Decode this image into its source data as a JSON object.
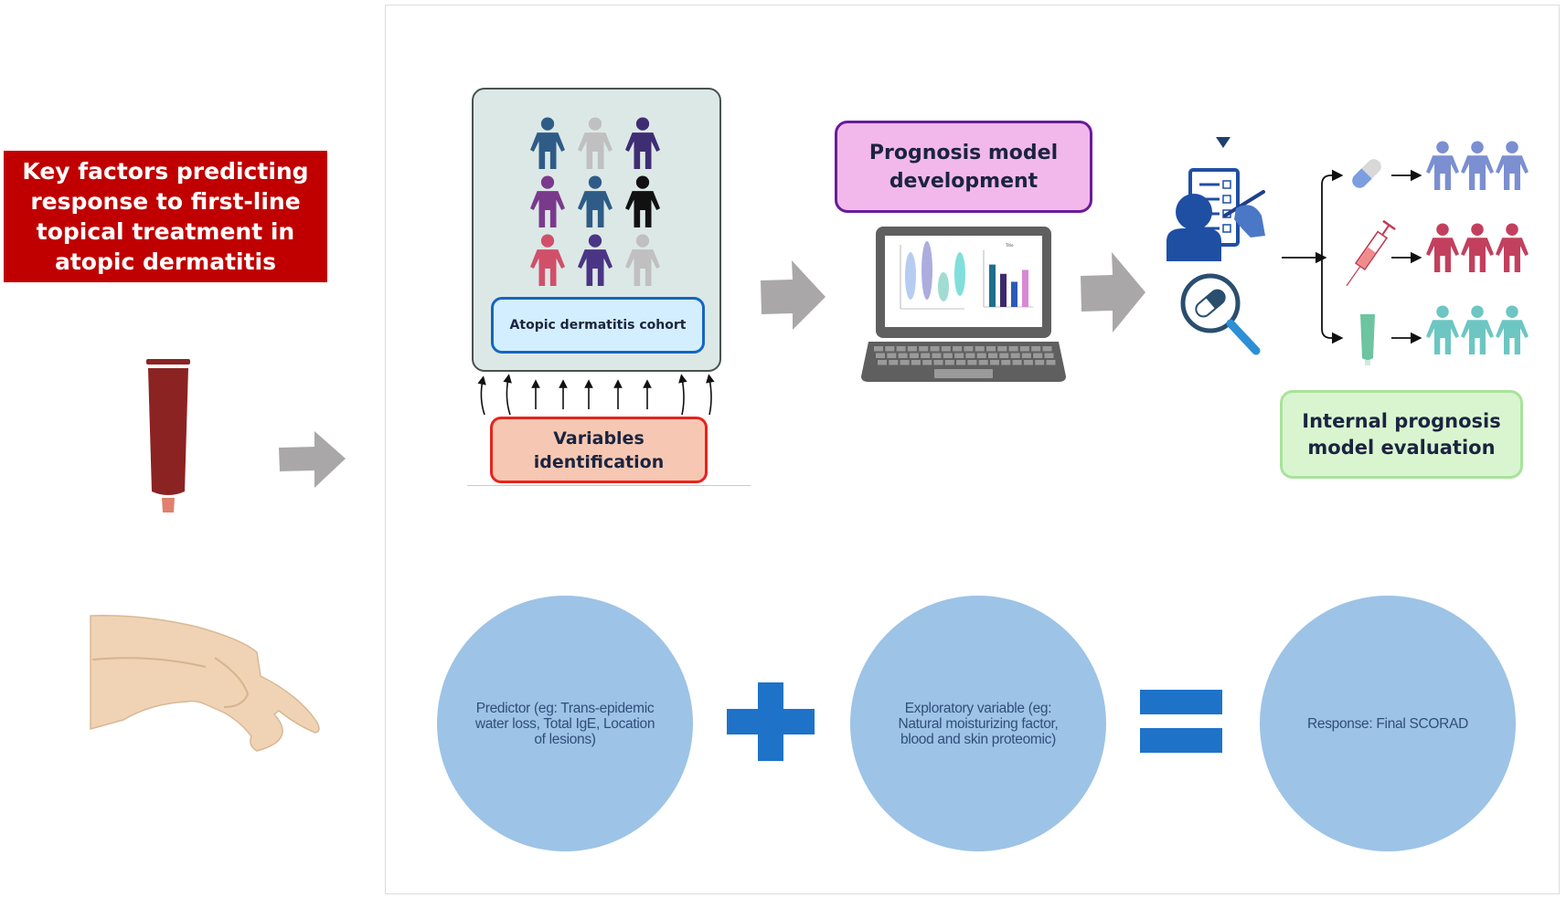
{
  "title": {
    "text": "Key factors predicting response to first-line topical treatment in atopic dermatitis",
    "background": "#c00000"
  },
  "left_icons": [
    {
      "name": "cream-tube",
      "color": "#8b2323"
    },
    {
      "name": "scratching-hand",
      "color": "#efd3b4"
    }
  ],
  "workflow": {
    "cohort": {
      "label": "Atopic dermatitis cohort",
      "people_colors": [
        "#2e5c87",
        "#c0c0c0",
        "#3f2d73",
        "#7a3a8c",
        "#2e5c87",
        "#111111",
        "#d0506a",
        "#4a3585",
        "#c0c0c0"
      ]
    },
    "variables": {
      "label": "Variables identification"
    },
    "development": {
      "label": "Prognosis model development",
      "laptop_charts": {
        "violin_groups": 4,
        "bar_chart_title": "Title",
        "bar_colors": [
          "#1f6e8c",
          "#3d2a6b",
          "#2b5cb5",
          "#d889d6"
        ],
        "bar_values": [
          16,
          12.5,
          9.5,
          14
        ]
      }
    },
    "evaluation": {
      "label": "Internal prognosis model evaluation",
      "treatments": [
        {
          "name": "pill",
          "group_color": "#7b8fd1"
        },
        {
          "name": "syringe",
          "group_color": "#c2405e"
        },
        {
          "name": "cream-tube",
          "group_color": "#6dc6c2"
        }
      ]
    }
  },
  "equation": {
    "predictor": "Predictor (eg: Trans-epidemic water loss, Total IgE, Location of lesions)",
    "plus": "+",
    "exploratory": "Exploratory variable (eg: Natural moisturizing factor, blood and skin proteomic)",
    "equals": "=",
    "response": "Response: Final SCORAD"
  },
  "colors": {
    "arrow_gray": "#a9a7a8",
    "circle_fill": "#9dc3e6",
    "operator_blue": "#1e73c8"
  }
}
